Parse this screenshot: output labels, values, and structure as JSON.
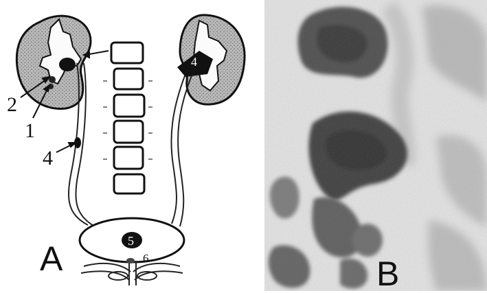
{
  "figure": {
    "panel_a": {
      "letter": "A",
      "stone_labels": {
        "l1": "1",
        "l2": "2",
        "l3": "4",
        "l4": "4",
        "l5": "5",
        "l6": "6"
      }
    },
    "panel_b": {
      "letter": "B"
    }
  }
}
